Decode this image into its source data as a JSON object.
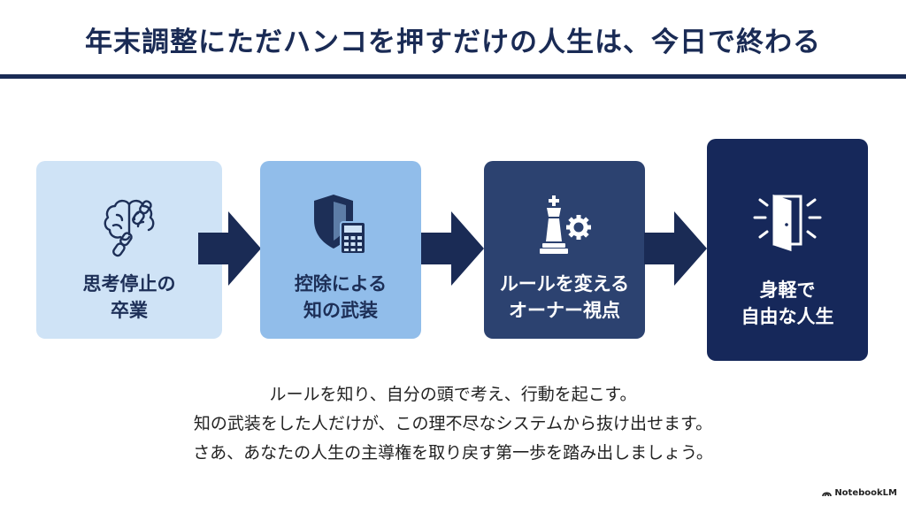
{
  "title": "年末調整にただハンコを押すだけの人生は、今日で終わる",
  "steps": [
    {
      "label": "思考停止の\n卒業",
      "icon": "brain-chain-icon"
    },
    {
      "label": "控除による\n知の武装",
      "icon": "shield-calculator-icon"
    },
    {
      "label": "ルールを変える\nオーナー視点",
      "icon": "chess-king-gear-icon"
    },
    {
      "label": "身軽で\n自由な人生",
      "icon": "open-door-icon"
    }
  ],
  "body_lines": [
    "ルールを知り、自分の頭で考え、行動を起こす。",
    "知の武装をした人だけが、この理不尽なシステムから抜け出せます。",
    "さあ、あなたの人生の主導権を取り戻す第一歩を踏み出しましょう。"
  ],
  "brand": "NotebookLM",
  "colors": {
    "navy": "#1a2b55",
    "step1": "#cfe3f6",
    "step2": "#91bdea",
    "step3": "#2c4270",
    "step4": "#16285a",
    "arrow": "#1a2b55"
  }
}
